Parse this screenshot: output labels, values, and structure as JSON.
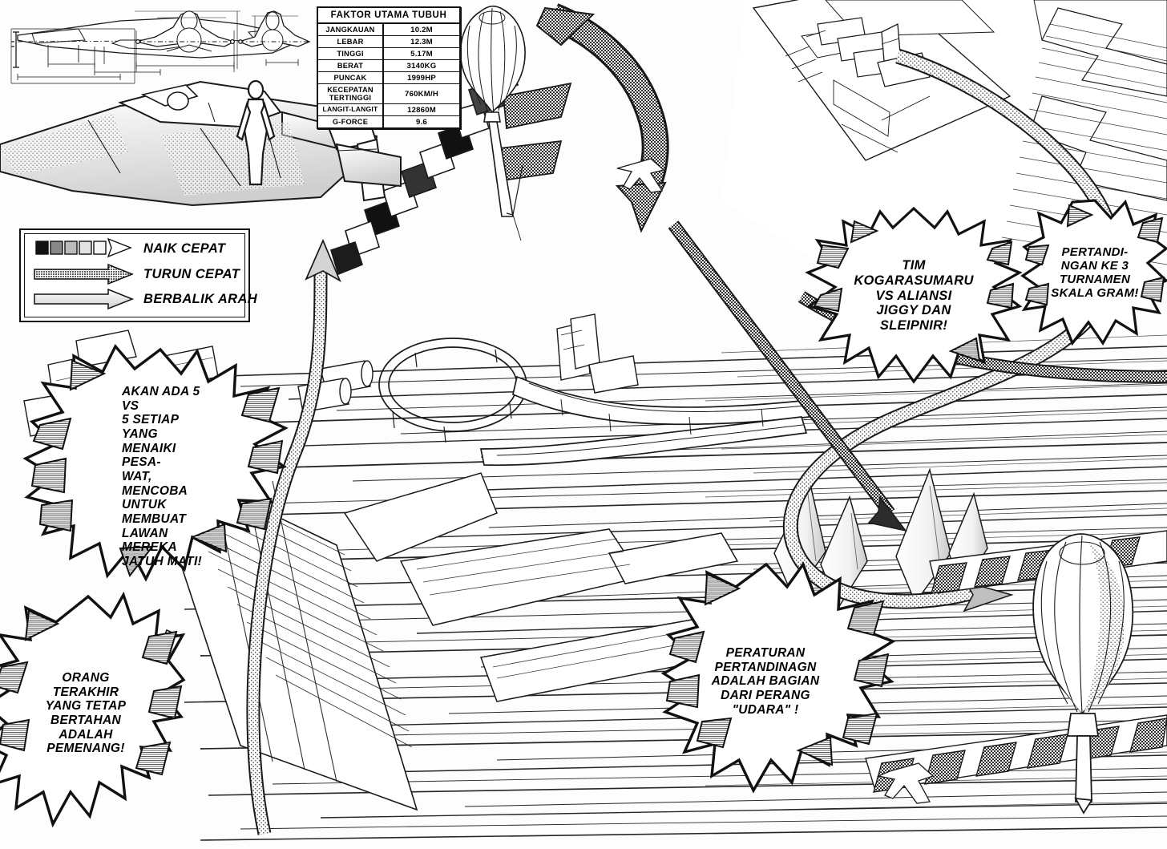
{
  "page": {
    "kind": "manga-spread",
    "caption_language": "Indonesian",
    "ink": "#111111",
    "paper": "#fdfdfd"
  },
  "spec_table": {
    "title": "FAKTOR UTAMA TUBUH",
    "rows": [
      {
        "key": "JANGKAUAN",
        "value": "10.2M"
      },
      {
        "key": "LEBAR",
        "value": "12.3M"
      },
      {
        "key": "TINGGI",
        "value": "5.17M"
      },
      {
        "key": "BERAT",
        "value": "3140KG"
      },
      {
        "key": "PUNCAK",
        "value": "1999HP"
      },
      {
        "key": "KECEPATAN\nTERTINGGI",
        "value": "760KM/H"
      },
      {
        "key": "LANGIT-LANGIT",
        "value": "12860M"
      },
      {
        "key": "G-FORCE",
        "value": "9.6"
      }
    ]
  },
  "legend": {
    "items": [
      {
        "label": "NAIK CEPAT",
        "style": "checkered-dash-arrow",
        "swatch_count": 5
      },
      {
        "label": "TURUN CEPAT",
        "style": "halftone-dark-arrow"
      },
      {
        "label": "BERBALIK ARAH",
        "style": "gradient-light-arrow"
      }
    ]
  },
  "bubbles": [
    {
      "name": "tim-matchup",
      "text": "TIM\nKOGARASUMARU\nVS ALIANSI\nJIGGY DAN\nSLEIPNIR!"
    },
    {
      "name": "tournament-round",
      "text": "PERTANDI-\nNGAN KE 3\nTURNAMEN\nSKALA GRAM!"
    },
    {
      "name": "match-format",
      "text": "AKAN ADA 5 VS\n5 SETIAP YANG\nMENAIKI PESA-\nWAT, MENCOBA\nUNTUK MEMBUAT\nLAWAN MEREKA\nJATUH MATI!"
    },
    {
      "name": "win-condition",
      "text": "ORANG\nTERAKHIR\nYANG TETAP\nBERTAHAN\nADALAH\nPEMENANG!"
    },
    {
      "name": "rules-note",
      "text": "PERATURAN\nPERTANDINAGN\nADALAH BAGIAN\nDARI PERANG\n\"UDARA\" !"
    }
  ],
  "artwork": {
    "blueprints": [
      {
        "name": "aircraft-side-view"
      },
      {
        "name": "aircraft-front-view"
      },
      {
        "name": "aircraft-front-view-alt"
      }
    ],
    "hero": {
      "name": "large-aircraft-with-human-scale-figure"
    },
    "balloons": [
      {
        "name": "hot-air-balloon-upper"
      },
      {
        "name": "hot-air-balloon-lower-right"
      }
    ],
    "jets": [
      {
        "name": "jet-silhouette-upper"
      },
      {
        "name": "jet-silhouette-lower"
      }
    ],
    "city": {
      "name": "aerial-airfield-and-cityscape"
    },
    "course_arrows": [
      {
        "name": "checkered-ascend-arrow"
      },
      {
        "name": "halftone-descend-arrow"
      },
      {
        "name": "reverse-direction-ribbon"
      }
    ],
    "clouds": {
      "name": "cone-cloud-peaks"
    }
  }
}
